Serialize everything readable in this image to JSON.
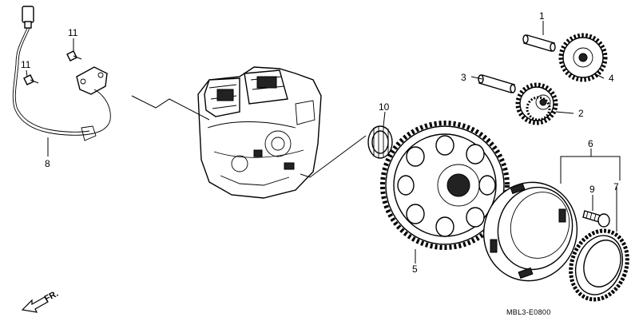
{
  "diagram": {
    "callouts": [
      {
        "id": "1",
        "label": "1"
      },
      {
        "id": "2",
        "label": "2"
      },
      {
        "id": "3",
        "label": "3"
      },
      {
        "id": "4",
        "label": "4"
      },
      {
        "id": "5",
        "label": "5"
      },
      {
        "id": "6",
        "label": "6"
      },
      {
        "id": "7",
        "label": "7"
      },
      {
        "id": "8",
        "label": "8"
      },
      {
        "id": "9",
        "label": "9"
      },
      {
        "id": "10",
        "label": "10"
      },
      {
        "id": "11a",
        "label": "11"
      },
      {
        "id": "11b",
        "label": "11"
      }
    ],
    "direction_label": "FR.",
    "drawing_code": "MBL3-E0800"
  }
}
